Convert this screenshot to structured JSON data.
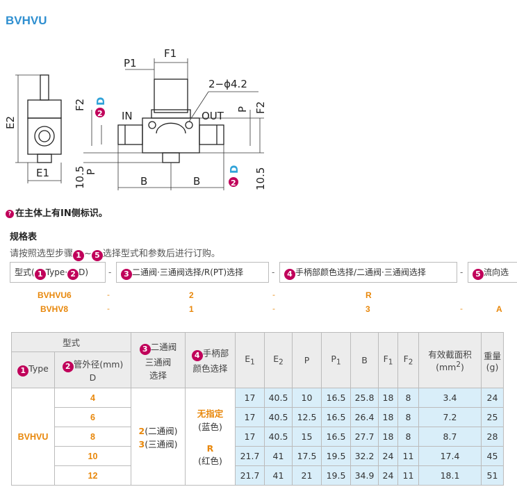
{
  "title": "BVHVU",
  "drawing": {
    "labels": {
      "p1": "P1",
      "f1": "F1",
      "e2": "E2",
      "f2_left": "F2",
      "d_left": "D",
      "in": "IN",
      "hole": "2−ϕ4.2",
      "out": "OUT",
      "p_right": "P",
      "f2_right": "F2",
      "e1": "E1",
      "dim_105_left": "10.5",
      "p_left": "P",
      "b1": "B",
      "b2": "B",
      "d_right": "D",
      "dim_105_right": "10.5",
      "num2": "2"
    }
  },
  "note": "在主体上有IN侧标识。",
  "spec": {
    "title": "规格表",
    "instruction_pre": "请按照选型步骤",
    "instruction_mid": "~",
    "instruction_post": "选择型式和参数后进行订购。",
    "boxes": [
      {
        "pre": "型式(",
        "num1": "1",
        "mid": "Type·",
        "num2": "2",
        "post": "D)"
      },
      {
        "num": "3",
        "text": "二通阀·三通阀选择/R(PT)选择"
      },
      {
        "num": "4",
        "text": "手柄部颜色选择/二通阀·三通阀选择"
      },
      {
        "num": "5",
        "text": "流向选"
      }
    ],
    "dash": "-",
    "examples": [
      {
        "type": "BVHVU6",
        "c3": "2",
        "c4": "R",
        "c5": ""
      },
      {
        "type": "BVHV8",
        "c3": "1",
        "c4": "3",
        "c5": "A"
      }
    ]
  },
  "table": {
    "h_type_group": "型式",
    "h_type": "Type",
    "h_d": "管外径(mm)",
    "h_d2": "D",
    "h_valve1": "二通阀",
    "h_valve2": "三通阀",
    "h_valve3": "选择",
    "h_color1": "手柄部",
    "h_color2": "颜色选择",
    "h_e1": "E1",
    "h_e2": "E2",
    "h_p": "P",
    "h_p1": "P1",
    "h_b": "B",
    "h_f1": "F1",
    "h_f2": "F2",
    "h_area": "有效截面积",
    "h_area_unit": "(mm2)",
    "h_weight": "重量",
    "h_weight_unit": "(g)",
    "type_value": "BVHVU",
    "valve_2": "2",
    "valve_2_text": "(二通阀)",
    "valve_3": "3",
    "valve_3_text": "(三通阀)",
    "color_default": "无指定",
    "color_default_text": "(蓝色)",
    "color_r": "R",
    "color_r_text": "(红色)",
    "rows": [
      {
        "d": "4",
        "e1": "17",
        "e2": "40.5",
        "p": "10",
        "p1": "16.5",
        "b": "25.8",
        "f1": "18",
        "f2": "8",
        "area": "3.4",
        "w": "24"
      },
      {
        "d": "6",
        "e1": "17",
        "e2": "40.5",
        "p": "12.5",
        "p1": "16.5",
        "b": "26.4",
        "f1": "18",
        "f2": "8",
        "area": "7.2",
        "w": "25"
      },
      {
        "d": "8",
        "e1": "17",
        "e2": "40.5",
        "p": "15",
        "p1": "16.5",
        "b": "27.7",
        "f1": "18",
        "f2": "8",
        "area": "8.7",
        "w": "28"
      },
      {
        "d": "10",
        "e1": "21.7",
        "e2": "41",
        "p": "17.5",
        "p1": "19.5",
        "b": "32.2",
        "f1": "24",
        "f2": "11",
        "area": "17.4",
        "w": "45"
      },
      {
        "d": "12",
        "e1": "21.7",
        "e2": "41",
        "p": "21",
        "p1": "19.5",
        "b": "34.9",
        "f1": "24",
        "f2": "11",
        "area": "18.1",
        "w": "51"
      }
    ]
  }
}
